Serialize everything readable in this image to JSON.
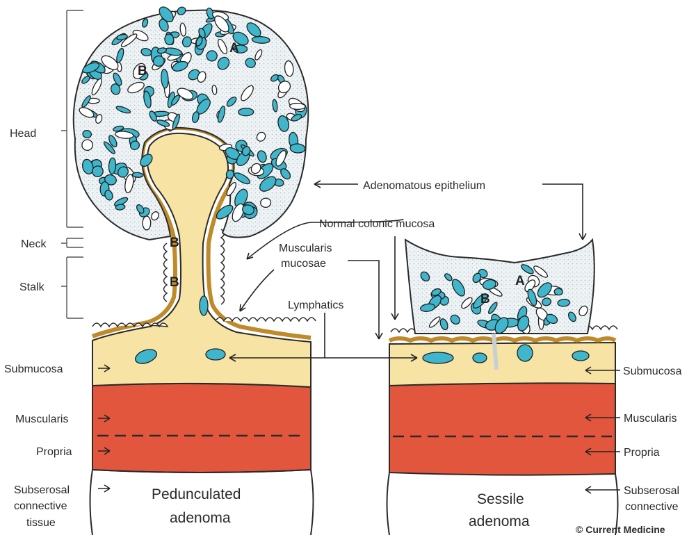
{
  "labels": {
    "head": "Head",
    "neck": "Neck",
    "stalk": "Stalk",
    "adenomatous_epithelium": "Adenomatous epithelium",
    "normal_colonic_mucosa": "Normal colonic mucosa",
    "muscularis_mucosae_1": "Muscularis",
    "muscularis_mucosae_2": "mucosae",
    "lymphatics": "Lymphatics",
    "submucosa_left": "Submucosa",
    "submucosa_right": "Submucosa",
    "muscularis_left": "Muscularis",
    "muscularis_right": "Muscularis",
    "propria_left": "Propria",
    "propria_right": "Propria",
    "subserosal_left_1": "Subserosal",
    "subserosal_left_2": "connective",
    "subserosal_left_3": "tissue",
    "subserosal_right_1": "Subserosal",
    "subserosal_right_2": "connective",
    "pedunculated_1": "Pedunculated",
    "pedunculated_2": "adenoma",
    "sessile_1": "Sessile",
    "sessile_2": "adenoma",
    "copyright": "© Current Medicine"
  },
  "region_letters": {
    "head_a": "A",
    "head_b": "B",
    "neck_b": "B",
    "stalk_b": "B",
    "sessile_a": "A",
    "sessile_b": "B"
  },
  "colors": {
    "gland": "#3fb6cc",
    "epithelium_bg": "#eef4f7",
    "speckle": "#c9d0d4",
    "submucosa": "#f7e3a3",
    "muscularis": "#e2563d",
    "muscularis_mucosae": "#c08a2a",
    "outline": "#2a2a2a"
  }
}
